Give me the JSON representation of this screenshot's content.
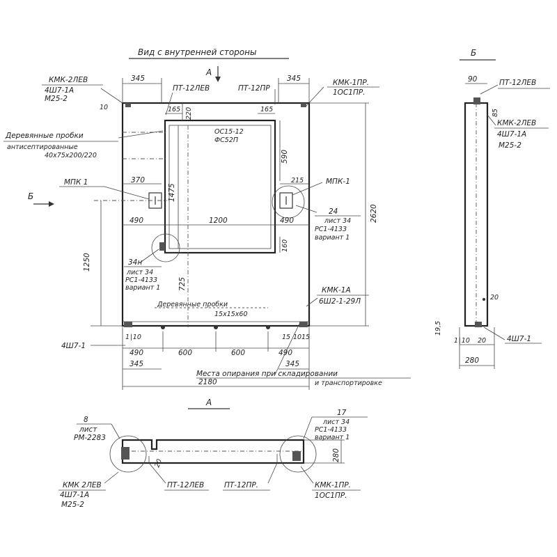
{
  "view_title": "Вид с внутренней стороны",
  "section_a_mark": "А",
  "section_b_mark": "Б",
  "side_view_title": "Б",
  "bottom_view_title": "А",
  "labels": {
    "kmk_2lev": "КМК-2ЛЕВ",
    "shw7_1a": "4Ш7-1А",
    "m25_2": "М25-2",
    "pt12lev": "ПТ-12ЛЕВ",
    "pt12pr": "ПТ-12ПР",
    "kmk_1pr": "КМК-1ПР.",
    "ios1pr": "1ОС1ПР.",
    "wood_plugs_1": "Деревянные пробки",
    "wood_plugs_2": "антисептированные",
    "wood_plugs_3": "40х75х200/220",
    "mpk1_left": "МПК 1",
    "mpk1_right": "МПК-1",
    "os15": "ОС15-12",
    "fs52p": "ФС52П",
    "ref24": "24",
    "list34": "лист 34",
    "rs1_4133": "РС1-4133",
    "variant1": "вариант 1",
    "ref34n": "34н",
    "list34b": "лист 34",
    "rs1_4133b": "РС1-4133",
    "variant1b": "вариант 1",
    "kmk1a": "КМК-1А",
    "shw2": "6Ш2-1-29Л",
    "wood_plugs_bot": "Деревянные пробки",
    "wood_plugs_bot_size": "15х15х60",
    "shw7_1": "4Ш7-1",
    "supports_1": "Места опирания при складировании",
    "supports_2": "и транспортировке",
    "list8": "8",
    "list8b": "лист",
    "rm2283": "РМ-2283",
    "ref17": "17",
    "list34c": "лист 34",
    "rs1_4133c": "РС1-4133",
    "variant1c": "вариант 1",
    "kmk2lev_b": "КМК 2ЛЕВ",
    "shw7_1a_b": "4Ш7-1А",
    "m25_2_b": "М25-2",
    "pt12lev_b": "ПТ-12ЛЕВ",
    "pt12pr_b": "ПТ-12ПР.",
    "kmk1pr_b": "КМК-1ПР.",
    "ios1pr_b": "1ОС1ПР.",
    "side_pt12lev": "ПТ-12ЛЕВ",
    "side_kmk2lev": "КМК-2ЛЕВ",
    "side_shw7_1a": "4Ш7-1А",
    "side_m25_2": "М25-2",
    "side_shw7_1": "4Ш7-1"
  },
  "dims": {
    "d345_l": "345",
    "d345_r": "345",
    "d10": "10",
    "d165_l": "165",
    "d220": "220",
    "d165_r": "165",
    "d590": "590",
    "d370": "370",
    "d1475": "1475",
    "d215": "215",
    "d2620": "2620",
    "d490_l": "490",
    "d1200": "1200",
    "d490_r": "490",
    "d1250": "1250",
    "d725": "725",
    "d160": "160",
    "d110_l": "1∣10",
    "d490_bl": "490",
    "d600_l": "600",
    "d600_r": "600",
    "d490_br": "490",
    "d345_bl": "345",
    "d345_br": "345",
    "d2180": "2180",
    "d15": "15",
    "d10_r": "10",
    "d15_r": "15",
    "d90": "90",
    "d85": "85",
    "d20": "20",
    "d195": "19,5",
    "d110_s": "1∣10",
    "d20_s": "20",
    "d280_s": "280",
    "d280_b": "280",
    "d20_b": "20"
  }
}
